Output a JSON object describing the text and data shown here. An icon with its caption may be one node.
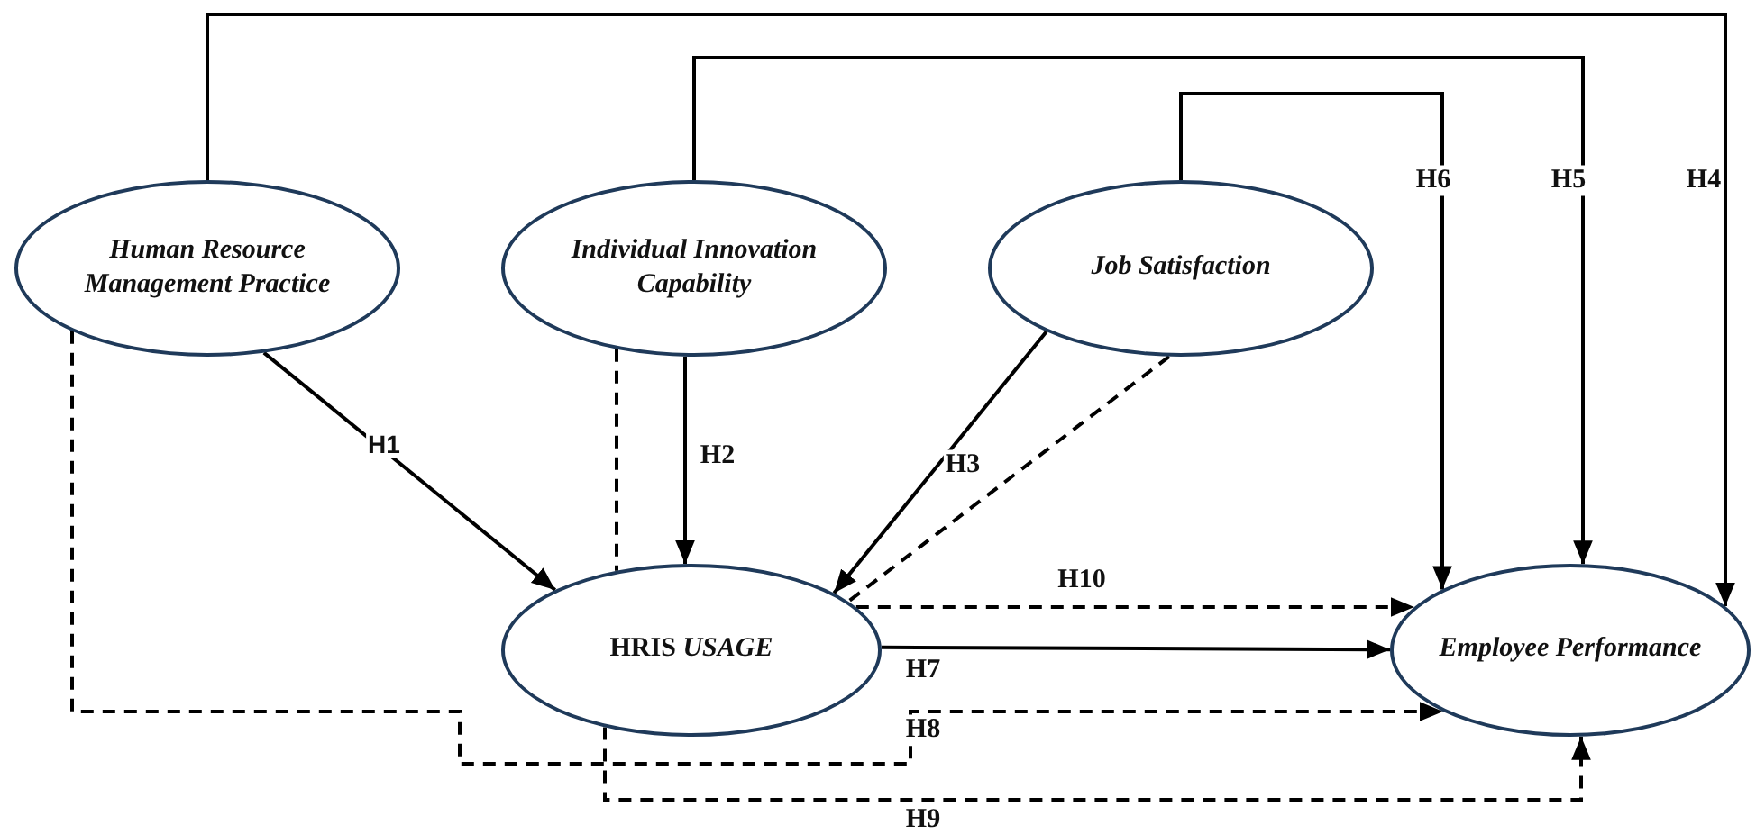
{
  "diagram": {
    "nodes": [
      {
        "text": [
          "Human Resource Management Practice"
        ]
      },
      {
        "text": [
          "Individual Innovation Capability"
        ]
      },
      {
        "text": [
          "Job Satisfaction"
        ]
      },
      {
        "text": [
          "HRIS *USAGE*"
        ]
      },
      {
        "text": [
          "Employee Performance"
        ]
      }
    ],
    "edges": [
      {
        "from": 0,
        "to": 3,
        "arrow": "to",
        "label": "H1"
      },
      {
        "from": 1,
        "to": 3,
        "arrow": "to",
        "label": "H2"
      },
      {
        "from": 2,
        "to": 3,
        "arrow": "to",
        "label": "H3"
      },
      {
        "from": 0,
        "to": 4,
        "arrow": "to",
        "label": "H4"
      },
      {
        "from": 1,
        "to": 4,
        "arrow": "to",
        "label": "H5"
      },
      {
        "from": 2,
        "to": 4,
        "arrow": "to",
        "label": "H6"
      },
      {
        "from": 3,
        "to": 4,
        "arrow": "to",
        "label": "H7"
      },
      {
        "from": 0,
        "to": 4,
        "arrow": "to",
        "label": "H8",
        "style": "dashed"
      },
      {
        "from": 3,
        "to": 4,
        "arrow": "to",
        "label": "H9",
        "style": "dashed"
      },
      {
        "from": 3,
        "to": 4,
        "arrow": "to",
        "label": "H10",
        "style": "dashed"
      },
      {
        "from": 1,
        "to": 3,
        "arrow": "none",
        "style": "dashed"
      },
      {
        "from": 2,
        "to": 3,
        "arrow": "none",
        "style": "dashed"
      }
    ]
  }
}
